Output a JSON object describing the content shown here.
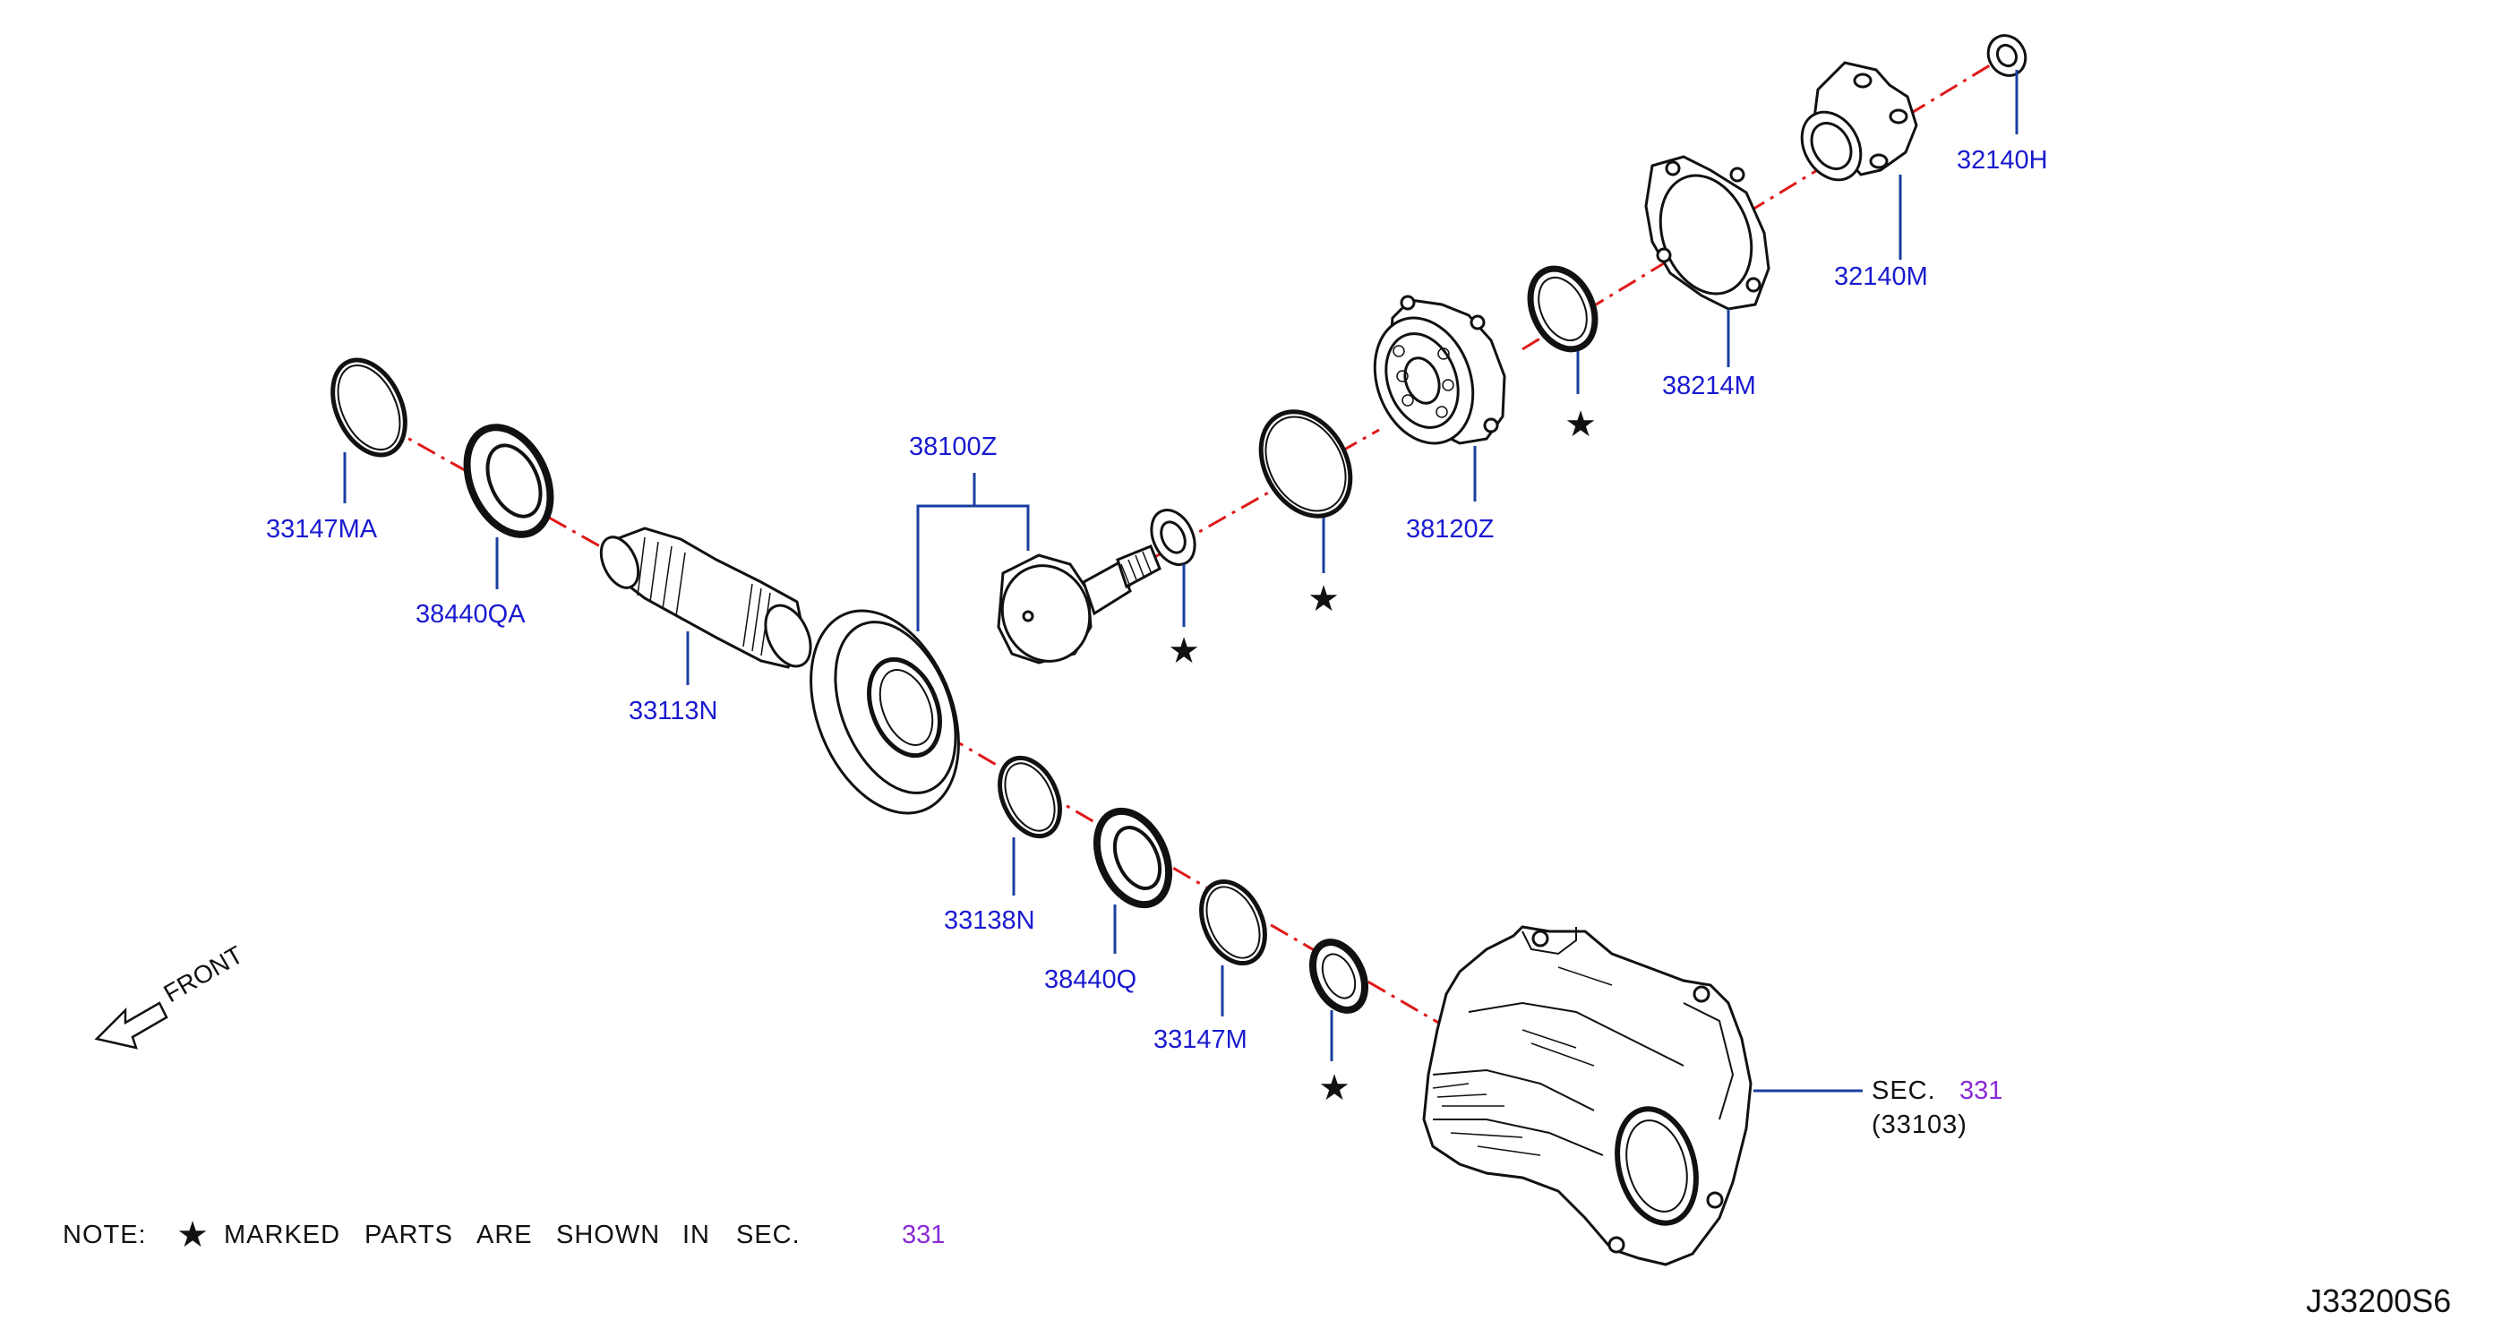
{
  "labels": {
    "p32140H": "32140H",
    "p32140M": "32140M",
    "p38214M": "38214M",
    "p38120Z": "38120Z",
    "p38100Z": "38100Z",
    "p33147MA": "33147MA",
    "p38440QA": "38440QA",
    "p33113N": "33113N",
    "p33138N": "33138N",
    "p38440Q": "38440Q",
    "p33147M": "33147M"
  },
  "section_ref": {
    "prefix": "SEC.",
    "number": "331",
    "sub": "(33103)"
  },
  "front_label": "FRONT",
  "note": {
    "lead": "NOTE:",
    "star": "★",
    "words": [
      "MARKED",
      "PARTS",
      "ARE",
      "SHOWN",
      "IN",
      "SEC."
    ],
    "sec_number": "331"
  },
  "star_symbol": "★",
  "diagram_id": "J33200S6",
  "colors": {
    "label": "#1a1ad0",
    "leader": "#1a3fa0",
    "axis": "#e01919",
    "section_number": "#8b2bd6"
  }
}
